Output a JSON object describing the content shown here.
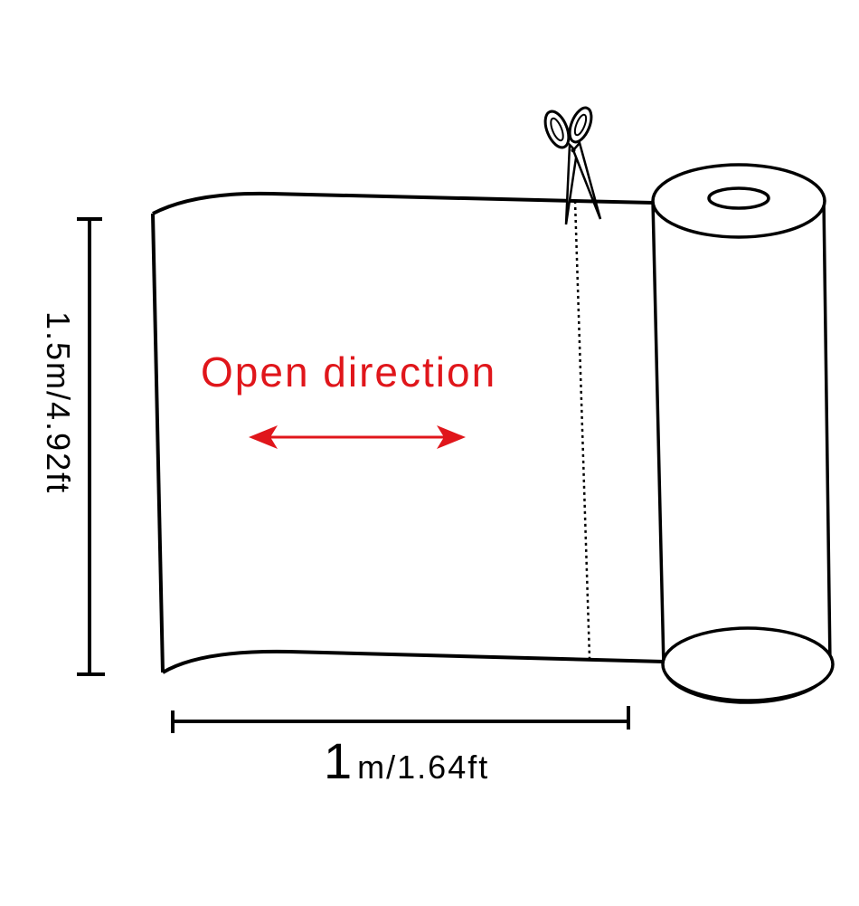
{
  "colors": {
    "accent": "#e0161b",
    "ink": "#000000",
    "background": "#ffffff"
  },
  "labels": {
    "direction": "Open direction",
    "height": "1.5m/4.92ft",
    "width_big": "1",
    "width_rest": "m/1.64ft"
  },
  "icons": {
    "cut": "scissors-icon",
    "direction": "double-arrow-icon"
  }
}
